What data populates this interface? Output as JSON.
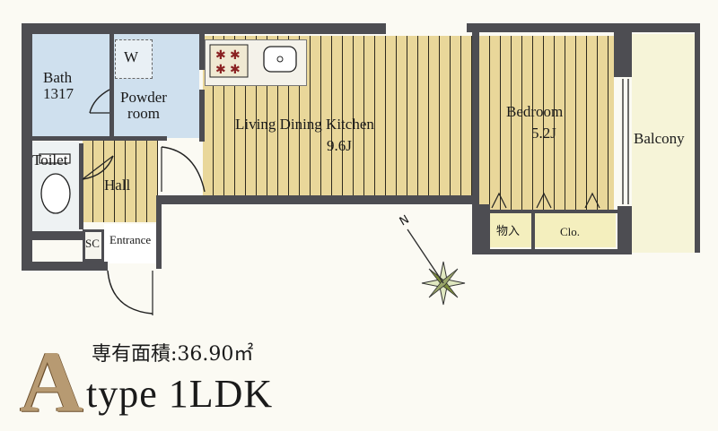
{
  "rooms": {
    "bath": "Bath 1317",
    "bath_line1": "Bath",
    "bath_line2": "1317",
    "washer": "W",
    "powder_line1": "Powder",
    "powder_line2": "room",
    "toilet": "Toilet",
    "hall": "Hall",
    "sc": "SC",
    "entrance": "Entrance",
    "ldk_name": "Living Dining Kitchen",
    "ldk_size": "9.6J",
    "bedroom_name": "Bedroom",
    "bedroom_size": "5.2J",
    "storage": "物入",
    "closet": "Clo.",
    "balcony": "Balcony"
  },
  "compass": {
    "north": "N"
  },
  "footer": {
    "area": "専有面積:36.90㎡",
    "type_letter": "A",
    "type_text": "type 1LDK"
  },
  "colors": {
    "wall": "#4d4d52",
    "floor_wood": "#e9d79a",
    "wet_area": "#cfe0ee",
    "accent_letter": "#b79a72"
  }
}
